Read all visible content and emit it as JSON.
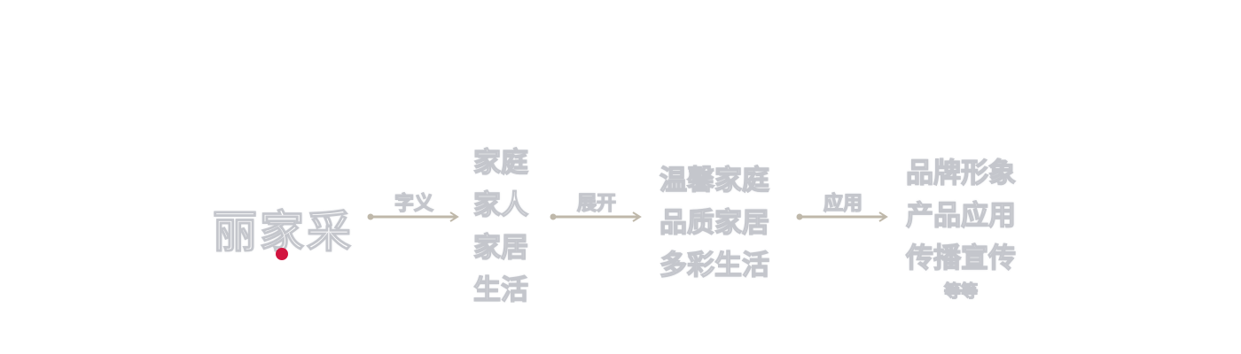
{
  "brand": {
    "text": "丽家采",
    "dot_color": "#d2153f"
  },
  "connectors": [
    {
      "label": "字义"
    },
    {
      "label": "展开"
    },
    {
      "label": "应用"
    }
  ],
  "columns": [
    {
      "lines": [
        "家庭",
        "家人",
        "家居",
        "生活"
      ]
    },
    {
      "lines": [
        "温馨家庭",
        "品质家居",
        "多彩生活"
      ]
    },
    {
      "lines": [
        "品牌形象",
        "产品应用",
        "传播宣传"
      ],
      "note": "等等"
    }
  ],
  "colors": {
    "arrow": "#bfb8aa",
    "outline": "#c4c6cc"
  }
}
